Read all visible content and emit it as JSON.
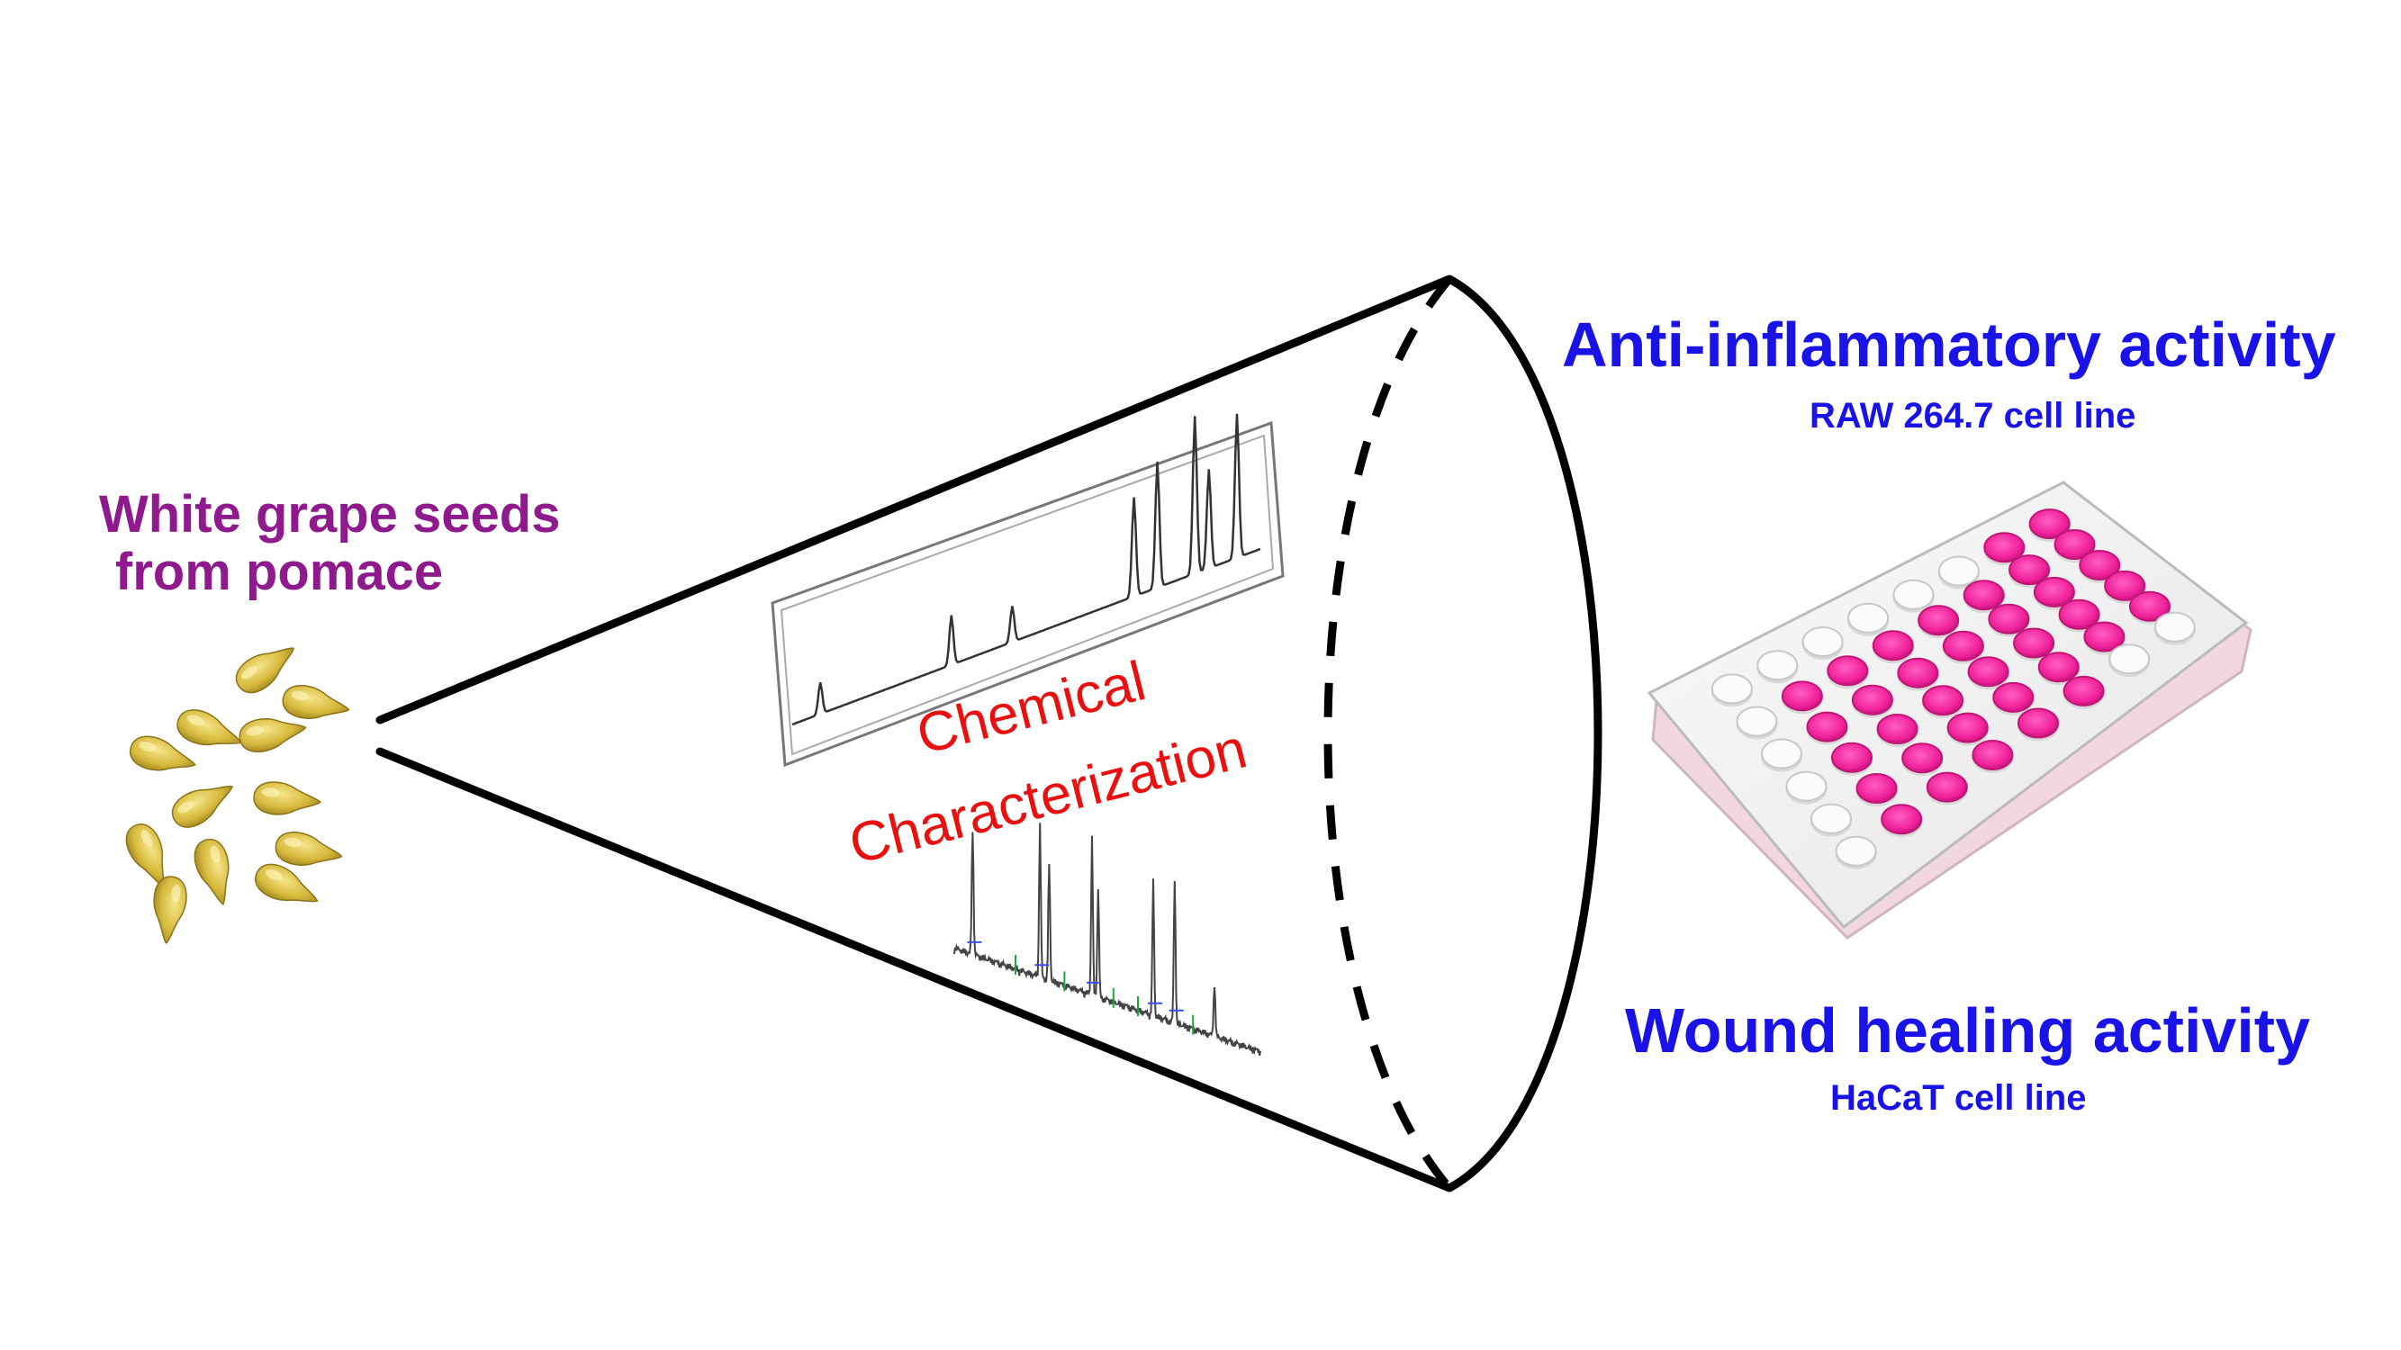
{
  "source": {
    "line1": "White grape seeds",
    "line2": "from pomace"
  },
  "process": {
    "line1": "Chemical",
    "line2": "Characterization"
  },
  "outcomes": [
    {
      "title": "Anti-inflammatory activity",
      "subtitle": "RAW 264.7 cell line"
    },
    {
      "title": "Wound healing activity",
      "subtitle": "HaCaT cell line"
    }
  ],
  "colors": {
    "source_text": "#8e1a8e",
    "process_text": "#e8110f",
    "outcome_text": "#1a13e8",
    "seed": "#d6b93c",
    "well_medium": "#f0209a",
    "cone_outline": "#000000"
  },
  "icons": [
    "grape-seed-icon",
    "chromatogram-icon",
    "mass-spectrum-icon",
    "well-plate-icon"
  ]
}
